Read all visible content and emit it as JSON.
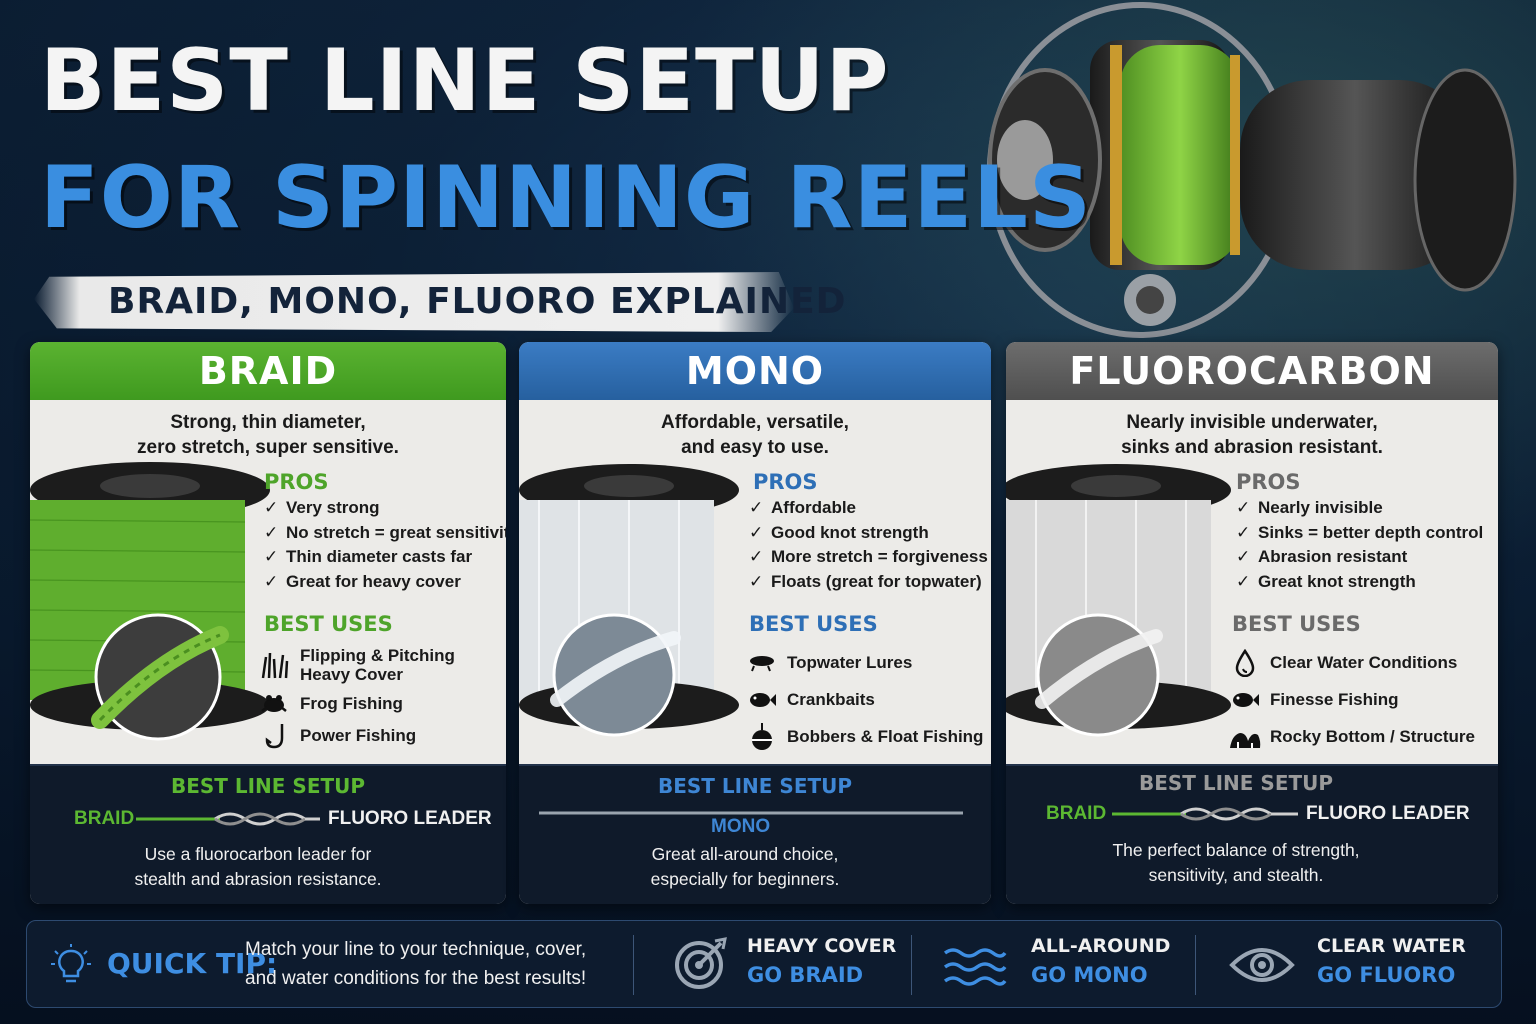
{
  "header": {
    "title_line1": "BEST LINE SETUP",
    "title_line2": "FOR SPINNING REELS",
    "subtitle": "BRAID, MONO, FLUORO EXPLAINED"
  },
  "colors": {
    "braid_green": "#4ea42a",
    "mono_blue": "#2e6fb6",
    "fluoro_gray": "#6a6a6a",
    "accent_blue": "#3e8ee2"
  },
  "cards": {
    "braid": {
      "title": "BRAID",
      "desc_line1": "Strong, thin diameter,",
      "desc_line2": "zero stretch, super sensitive.",
      "pros_label": "PROS",
      "pros": [
        "Very strong",
        "No stretch = great sensitivity",
        "Thin diameter casts far",
        "Great for heavy cover"
      ],
      "uses_label": "BEST USES",
      "uses": [
        {
          "line1": "Flipping & Pitching",
          "line2": "Heavy Cover",
          "icon": "grass-icon"
        },
        {
          "line1": "Frog Fishing",
          "icon": "frog-icon"
        },
        {
          "line1": "Power Fishing",
          "icon": "hook-icon"
        }
      ],
      "setup_title": "BEST LINE SETUP",
      "setup_left": "BRAID",
      "setup_right": "FLUORO LEADER",
      "setup_text_line1": "Use a fluorocarbon leader for",
      "setup_text_line2": "stealth and abrasion resistance."
    },
    "mono": {
      "title": "MONO",
      "desc_line1": "Affordable, versatile,",
      "desc_line2": "and easy to use.",
      "pros_label": "PROS",
      "pros": [
        "Affordable",
        "Good knot strength",
        "More stretch = forgiveness",
        "Floats (great for topwater)"
      ],
      "uses_label": "BEST USES",
      "uses": [
        {
          "line1": "Topwater Lures",
          "icon": "topwater-lure-icon"
        },
        {
          "line1": "Crankbaits",
          "icon": "crankbait-icon"
        },
        {
          "line1": "Bobbers & Float Fishing",
          "icon": "bobber-icon"
        }
      ],
      "setup_title": "BEST LINE SETUP",
      "setup_center": "MONO",
      "setup_text_line1": "Great all-around choice,",
      "setup_text_line2": "especially for beginners."
    },
    "fluoro": {
      "title": "FLUOROCARBON",
      "desc_line1": "Nearly invisible underwater,",
      "desc_line2": "sinks and abrasion resistant.",
      "pros_label": "PROS",
      "pros": [
        "Nearly invisible",
        "Sinks = better depth control",
        "Abrasion resistant",
        "Great knot strength"
      ],
      "uses_label": "BEST USES",
      "uses": [
        {
          "line1": "Clear Water Conditions",
          "icon": "water-drop-icon"
        },
        {
          "line1": "Finesse Fishing",
          "icon": "fish-icon"
        },
        {
          "line1": "Rocky Bottom / Structure",
          "icon": "rocks-icon"
        }
      ],
      "setup_title": "BEST LINE SETUP",
      "setup_left": "BRAID",
      "setup_right": "FLUORO LEADER",
      "setup_text_line1": "The perfect balance of strength,",
      "setup_text_line2": "sensitivity, and stealth."
    }
  },
  "tip": {
    "label": "QUICK TIP:",
    "text_line1": "Match your line to your technique, cover,",
    "text_line2": "and water conditions for the best results!",
    "groups": [
      {
        "head": "HEAVY COVER",
        "sub": "GO BRAID",
        "icon": "target-icon"
      },
      {
        "head": "ALL-AROUND",
        "sub": "GO MONO",
        "icon": "waves-icon"
      },
      {
        "head": "CLEAR WATER",
        "sub": "GO FLUORO",
        "icon": "eye-icon"
      }
    ]
  }
}
